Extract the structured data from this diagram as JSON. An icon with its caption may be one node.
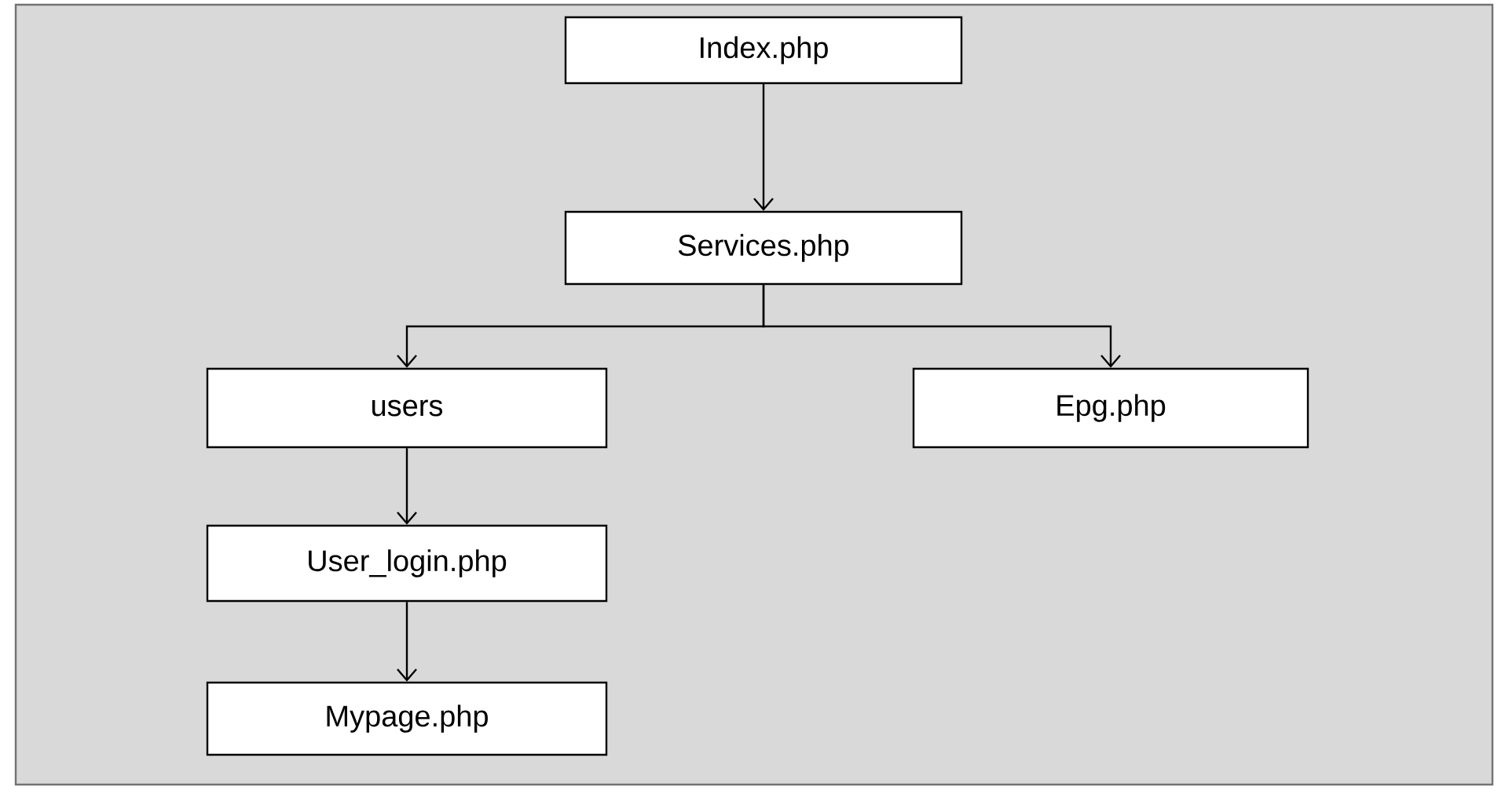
{
  "diagram": {
    "nodes": [
      {
        "text": [
          "Index.php"
        ]
      },
      {
        "text": [
          "Services.php"
        ]
      },
      {
        "text": [
          "users"
        ]
      },
      {
        "text": [
          "Epg.php"
        ]
      },
      {
        "text": [
          "User_login.php"
        ]
      },
      {
        "text": [
          "Mypage.php"
        ]
      }
    ],
    "edges": [
      {
        "from": 0,
        "to": 1,
        "arrow": "to"
      },
      {
        "from": 1,
        "to": 2,
        "arrow": "to"
      },
      {
        "from": 1,
        "to": 3,
        "arrow": "to"
      },
      {
        "from": 2,
        "to": 4,
        "arrow": "to"
      },
      {
        "from": 4,
        "to": 5,
        "arrow": "to"
      }
    ]
  }
}
